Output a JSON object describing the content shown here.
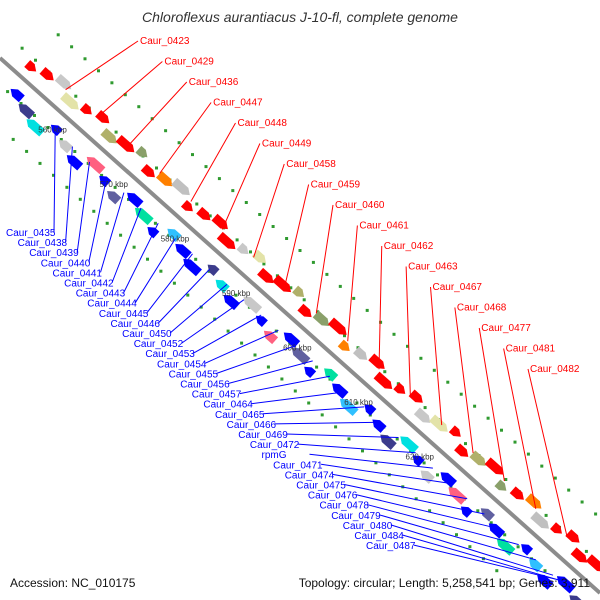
{
  "title": "Chloroflexus aurantiacus J-10-fl, complete genome",
  "footer": {
    "accession": "Accession: NC_010175",
    "topology": "Topology: circular; Length: 5,258,541 bp; Genes: 3,911"
  },
  "colors": {
    "backbone": "#8c8c8c",
    "forward_label": "#ff0000",
    "reverse_label": "#0000ff",
    "tick_dot": "#2f9a2f"
  },
  "scale_ticks": [
    "560 kbp",
    "570 kbp",
    "580 kbp",
    "590 kbp",
    "600 kbp",
    "610 kbp",
    "620 kbp"
  ],
  "red_labels": [
    "Caur_0423",
    "Caur_0429",
    "Caur_0436",
    "Caur_0447",
    "Caur_0448",
    "Caur_0449",
    "Caur_0458",
    "Caur_0459",
    "Caur_0460",
    "Caur_0461",
    "Caur_0462",
    "Caur_0463",
    "Caur_0467",
    "Caur_0468",
    "Caur_0477",
    "Caur_0481",
    "Caur_0482"
  ],
  "blue_labels": [
    "Caur_0435",
    "Caur_0438",
    "Caur_0439",
    "Caur_0440",
    "Caur_0441",
    "Caur_0442",
    "Caur_0443",
    "Caur_0444",
    "Caur_0445",
    "Caur_0446",
    "Caur_0450",
    "Caur_0452",
    "Caur_0453",
    "Caur_0454",
    "Caur_0455",
    "Caur_0456",
    "Caur_0457",
    "Caur_0464",
    "Caur_0465",
    "Caur_0466",
    "Caur_0469",
    "Caur_0472",
    "rpmG",
    "Caur_0471",
    "Caur_0474",
    "Caur_0475",
    "Caur_0476",
    "Caur_0478",
    "Caur_0479",
    "Caur_0480",
    "Caur_0484",
    "Caur_0487"
  ]
}
